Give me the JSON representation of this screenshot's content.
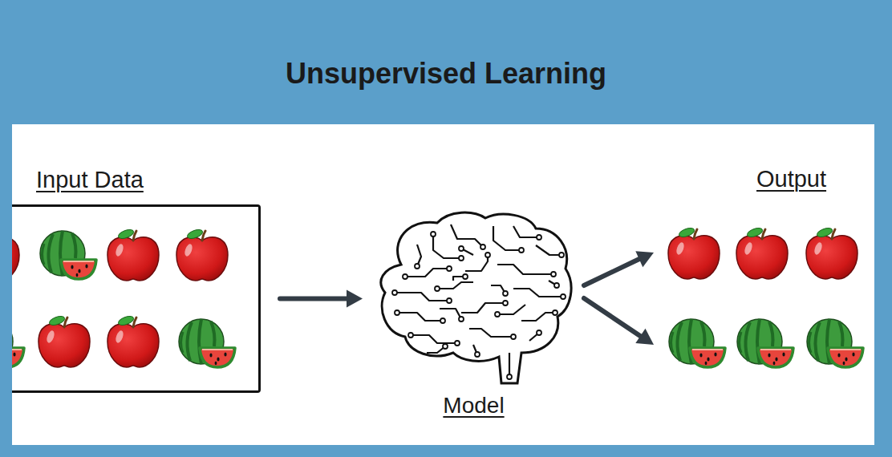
{
  "diagram": {
    "title": "Unsupervised Learning",
    "nodes": [
      {
        "text": [
          "Input Data"
        ]
      },
      {
        "text": [
          "Model"
        ]
      }
    ],
    "edges": [
      {
        "from": 0,
        "to": 1,
        "arrow": "to"
      }
    ],
    "labels": [
      "Output"
    ]
  }
}
